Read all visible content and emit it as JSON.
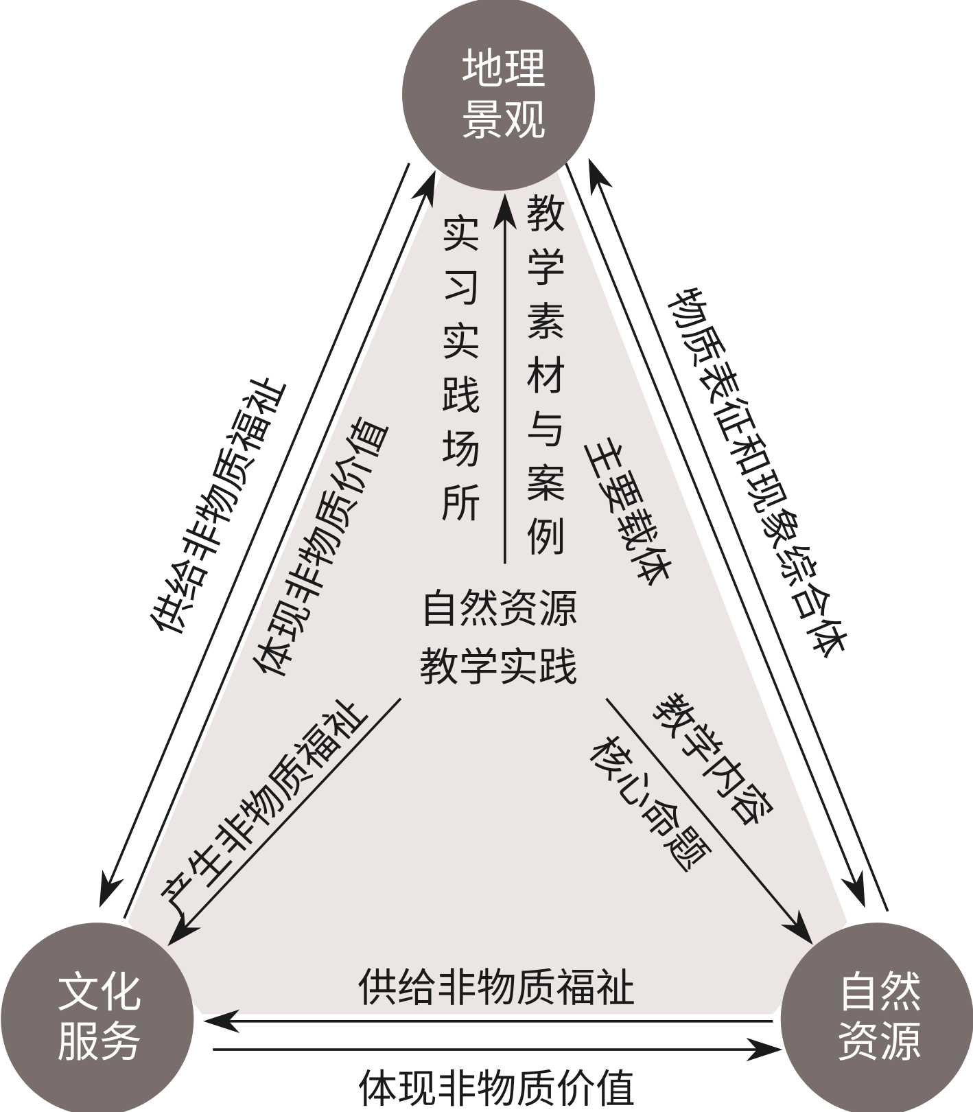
{
  "colors": {
    "node": "#7a6e6c",
    "triangle": "#ebe6e3",
    "line": "#1a1a1a",
    "node_text": "#ffffff"
  },
  "nodes": {
    "landscape": [
      "地理",
      "景观"
    ],
    "culture": [
      "文化",
      "服务"
    ],
    "resource": [
      "自然",
      "资源"
    ]
  },
  "center": [
    "自然资源",
    "教学实践"
  ],
  "labels": {
    "left_outer": "供给非物质福祉",
    "left_inner": "体现非物质价值",
    "center_left": "产生非物质福祉",
    "right_outer": "物质表征和现象综合体",
    "right_inner": "主要载体",
    "vertical_left": "实习实践场所",
    "vertical_right": "教学素材与案例",
    "diag_right_1": "教学内容",
    "diag_right_2": "核心命题",
    "bottom_top": "供给非物质福祉",
    "bottom_bottom": "体现非物质价值"
  }
}
